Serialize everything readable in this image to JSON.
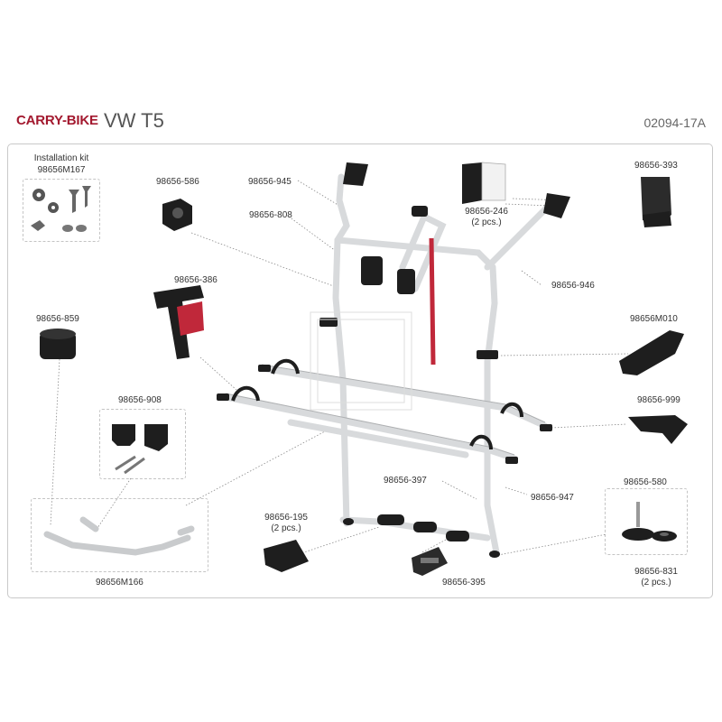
{
  "header": {
    "brand": "CARRY-BIKE",
    "model": "VW T5",
    "code": "02094-17A"
  },
  "colors": {
    "brand": "#a3192f",
    "rail": "#d8dadc",
    "part": "#1e1e1e",
    "accent_red": "#c0283a",
    "leader": "#8a8a8a"
  },
  "kit": {
    "title": "Installation kit",
    "code": "98656M167"
  },
  "parts": {
    "p586": "98656-586",
    "p945": "98656-945",
    "p808": "98656-808",
    "p246": "98656-246",
    "p246_qty": "(2 pcs.)",
    "p393": "98656-393",
    "p386": "98656-386",
    "p946": "98656-946",
    "p859": "98656-859",
    "pM010": "98656M010",
    "p908": "98656-908",
    "p999": "98656-999",
    "p397": "98656-397",
    "p947": "98656-947",
    "p580": "98656-580",
    "p195": "98656-195",
    "p195_qty": "(2 pcs.)",
    "pM166": "98656M166",
    "p395": "98656-395",
    "p831": "98656-831",
    "p831_qty": "(2 pcs.)"
  }
}
